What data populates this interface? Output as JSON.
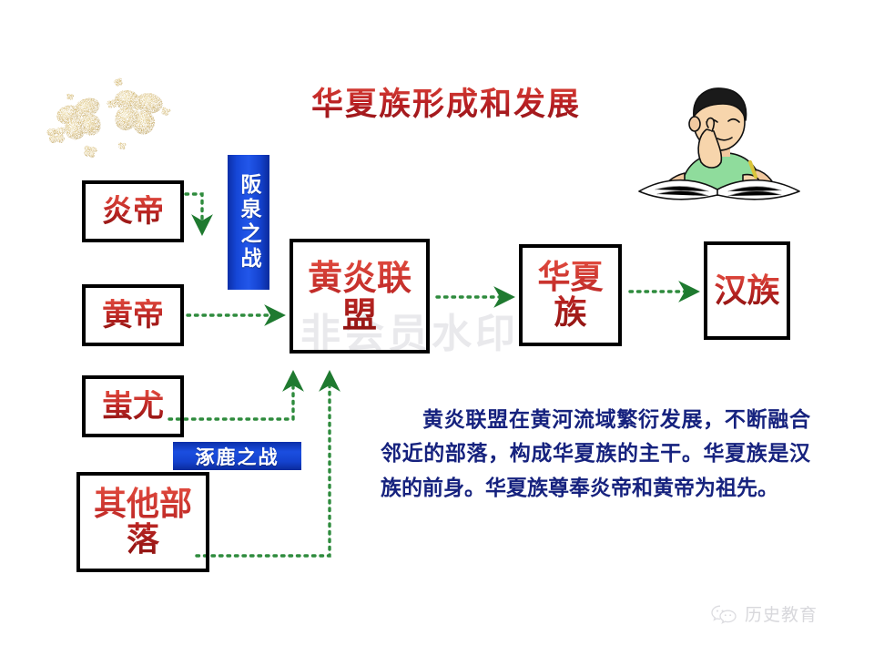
{
  "slide": {
    "title": "华夏族形成和发展",
    "title_color": "#c0282d",
    "background": "#ffffff"
  },
  "nodes": {
    "yandi": "炎帝",
    "huangdi": "黄帝",
    "chiyou": "蚩尤",
    "others": "其他部落",
    "union": "黄炎联盟",
    "huaxia": "华夏族",
    "han": "汉族"
  },
  "battles": {
    "banquan": "阪泉之战",
    "zhuolu": "涿鹿之战",
    "color": "#1442ce",
    "text_color": "#ffffff"
  },
  "paragraph": {
    "text": "黄炎联盟在黄河流域繁衍发展，不断融合邻近的部落，构成华夏族的主干。华夏族是汉族的前身。华夏族尊奉炎帝和黄帝为祖先。",
    "color": "#16227e"
  },
  "arrows": {
    "color": "#2e8b3d",
    "style": "dotted",
    "items": [
      {
        "from": "yandi",
        "to": "banquan-down",
        "shape": "right-then-down"
      },
      {
        "from": "huangdi",
        "to": "union",
        "shape": "straight-right"
      },
      {
        "from": "union",
        "to": "huaxia",
        "shape": "straight-right"
      },
      {
        "from": "huaxia",
        "to": "han",
        "shape": "straight-right"
      },
      {
        "from": "chiyou",
        "to": "union",
        "shape": "right-then-up"
      },
      {
        "from": "others",
        "to": "union",
        "shape": "right-then-up"
      }
    ]
  },
  "watermark": {
    "center_text": "非会员水印",
    "center_color": "#e9e9ec"
  },
  "brand": {
    "name": "历史教育",
    "icon": "wechat-icon",
    "color": "#d8d8dc"
  },
  "decorations": {
    "butterflies": "golden-butterflies-decoration",
    "student": "student-thinking-with-book-illustration"
  }
}
